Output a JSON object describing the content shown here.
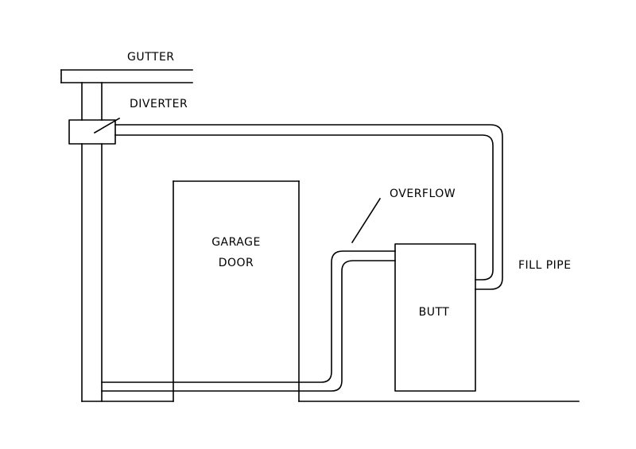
{
  "labels": {
    "gutter": "GUTTER",
    "diverter": "DIVERTER",
    "overflow": "OVERFLOW",
    "garage_line1": "GARAGE",
    "garage_line2": "DOOR",
    "butt": "BUTT",
    "fill_pipe": "FILL PIPE"
  },
  "colors": {
    "line": "#000000",
    "background": "#ffffff"
  }
}
